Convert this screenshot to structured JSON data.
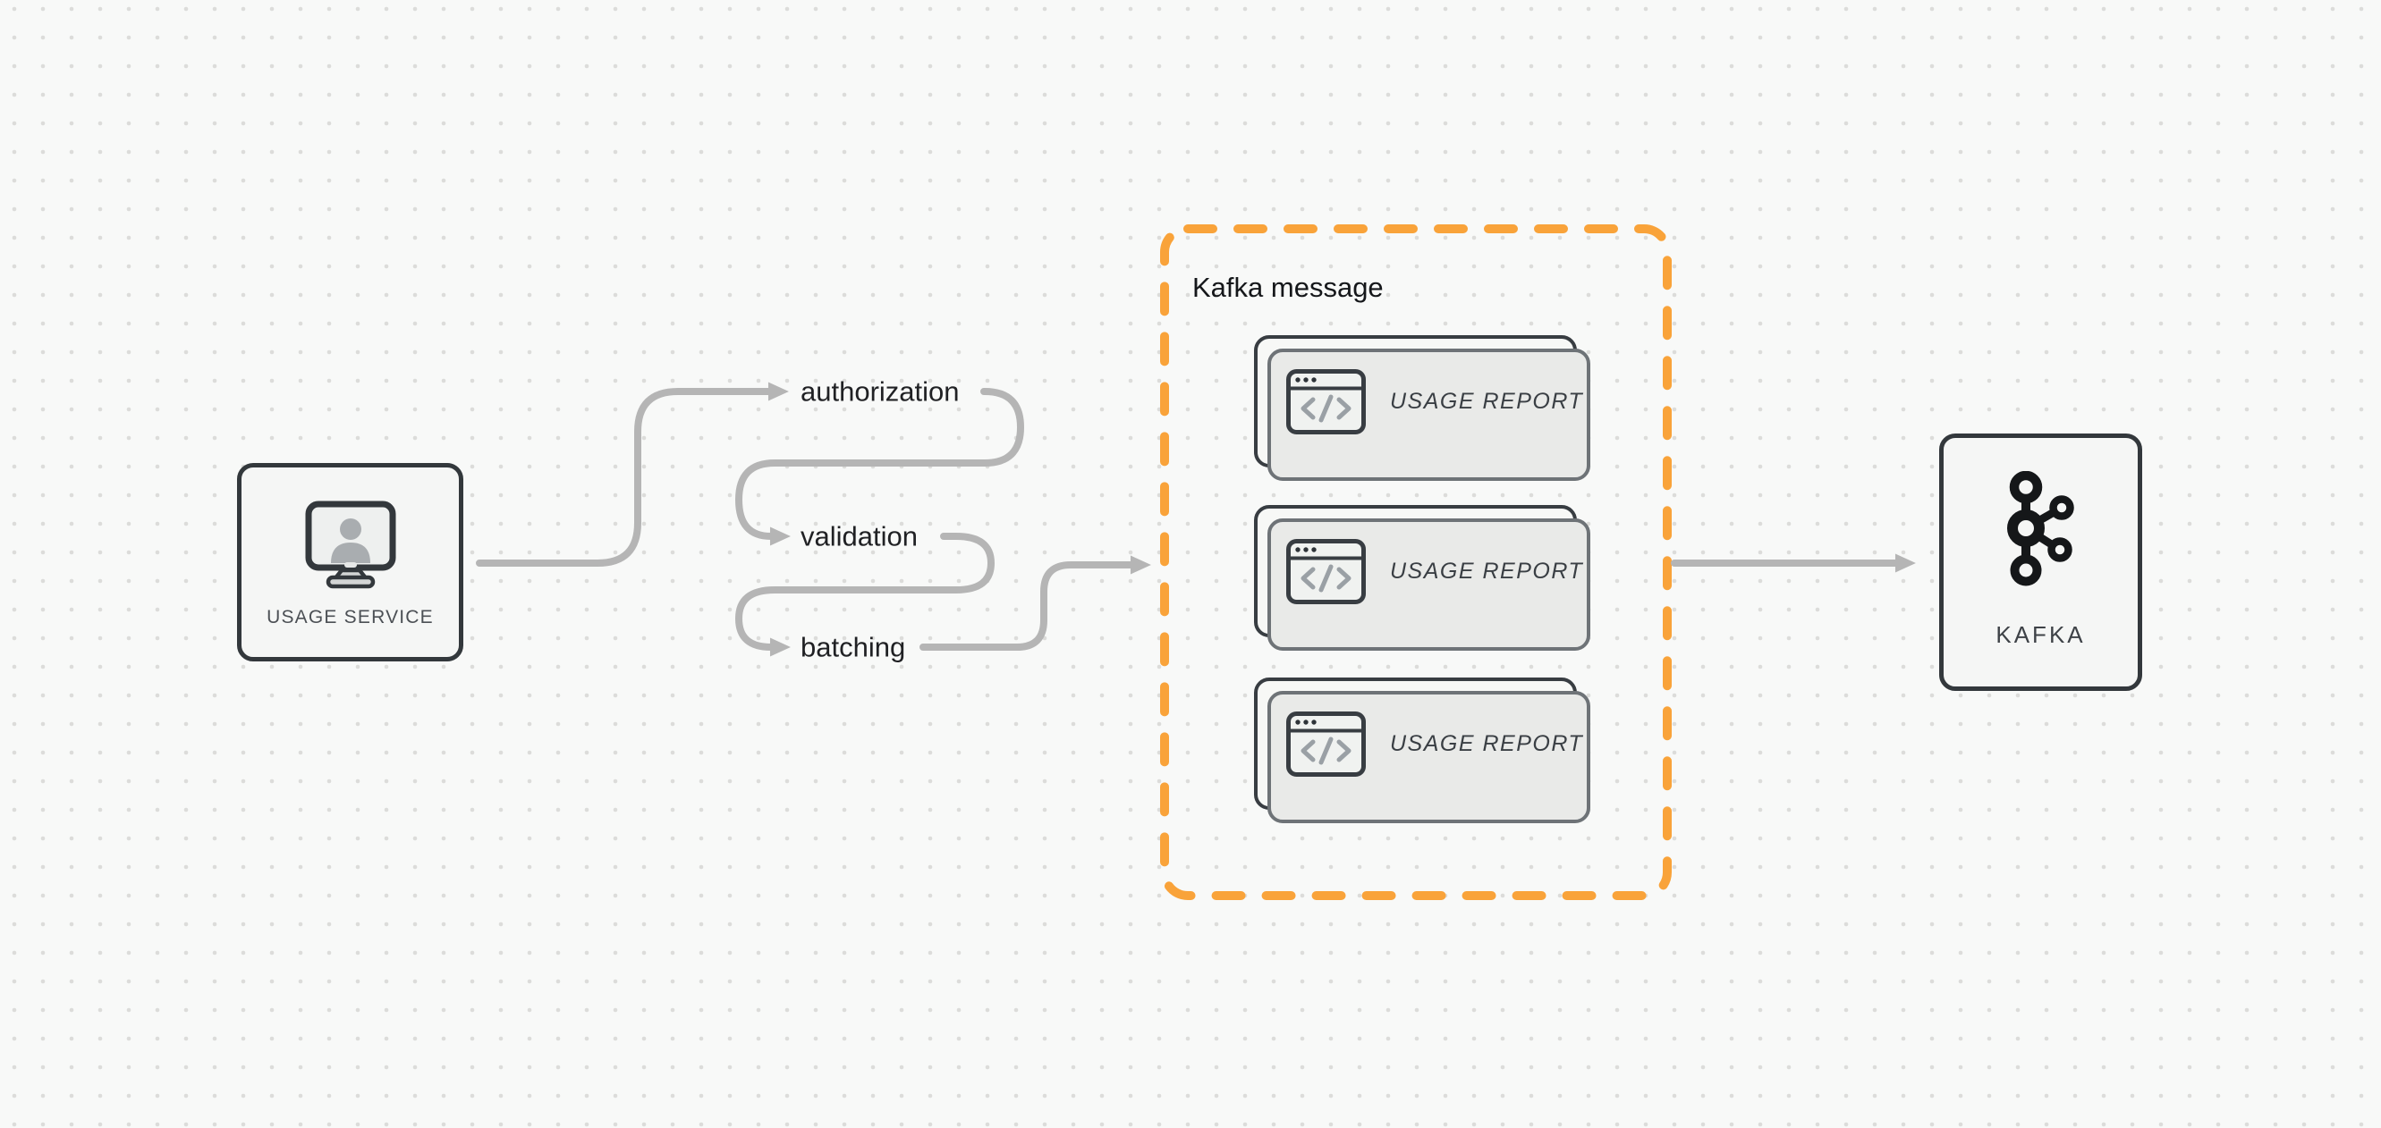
{
  "colors": {
    "background": "#f8f9f8",
    "dot_grid": "#dcdcda",
    "connector_gray": "#b5b5b5",
    "boundary_orange": "#F9A33A",
    "node_border_dark": "#33383c",
    "node_background": "#f5f6f5",
    "card_background": "#f7f8f6",
    "card_shadow_background": "#e9eae8"
  },
  "nodes": {
    "usage_service": {
      "label": "USAGE SERVICE",
      "icon": "monitor-user-icon"
    },
    "kafka": {
      "label": "KAFKA",
      "icon": "kafka-logo-icon"
    }
  },
  "steps": [
    {
      "label": "authorization"
    },
    {
      "label": "validation"
    },
    {
      "label": "batching"
    }
  ],
  "kafka_group": {
    "title": "Kafka message",
    "messages": [
      {
        "label": "USAGE REPORT",
        "icon": "code-window-icon"
      },
      {
        "label": "USAGE REPORT",
        "icon": "code-window-icon"
      },
      {
        "label": "USAGE REPORT",
        "icon": "code-window-icon"
      }
    ]
  }
}
